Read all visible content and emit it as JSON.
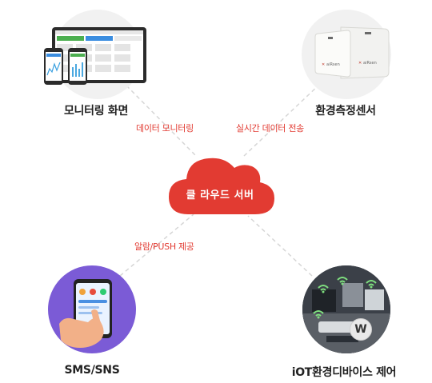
{
  "center": {
    "label": "클 라우드 서버"
  },
  "nodes": {
    "monitoring": {
      "label": "모니터링 화면"
    },
    "sensor": {
      "label": "환경측정센서"
    },
    "sms": {
      "label": "SMS/SNS"
    },
    "iot": {
      "label": "iOT환경디바이스 제어"
    }
  },
  "edges": {
    "data_monitoring": "데이터 모니터링",
    "realtime_transfer": "실시간 데이터 전송",
    "alarm_push": "알람/PUSH 제공"
  },
  "sensor_brand": "aiRsen",
  "iot_badge": "W",
  "colors": {
    "accent": "#e23b32",
    "cloud": "#e23b32",
    "line": "#d6d6d6",
    "sms_circle": "#7b5bd6"
  }
}
